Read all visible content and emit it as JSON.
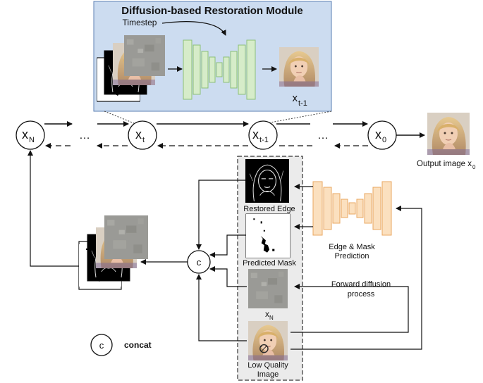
{
  "module": {
    "title": "Diffusion-based Restoration Module",
    "timestep_label": "Timestep",
    "output_label": "x",
    "output_sub": "t-1"
  },
  "chain": {
    "nodes": [
      {
        "main": "x",
        "sub": "N"
      },
      {
        "main": "x",
        "sub": "t"
      },
      {
        "main": "x",
        "sub": "t-1"
      },
      {
        "main": "x",
        "sub": "0"
      }
    ],
    "ellipsis": "…"
  },
  "output_image": {
    "label": "Output image x",
    "sub": "0"
  },
  "panel": {
    "restored_edge": "Restored Edge",
    "predicted_mask": "Predicted Mask",
    "xn_main": "x",
    "xn_sub": "N",
    "low_quality_line1": "Low Quality",
    "low_quality_line2": "Image"
  },
  "edge_mask": {
    "line1": "Edge & Mask",
    "line2": "Prediction"
  },
  "forward": {
    "line1": "Forward diffusion",
    "line2": "process"
  },
  "concat": {
    "symbol": "c",
    "label": "concat"
  },
  "colors": {
    "module_bg": "#ccdcf0",
    "module_border": "#5b7fb3",
    "unet_green_fill": "#d6ecc9",
    "unet_green_stroke": "#8cbf77",
    "unet_orange_fill": "#fbe0bf",
    "unet_orange_stroke": "#eaa760"
  }
}
